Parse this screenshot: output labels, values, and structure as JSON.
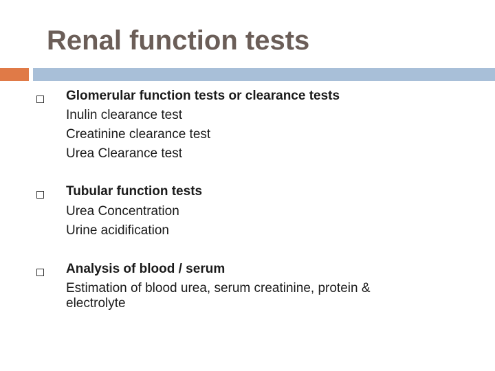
{
  "slide": {
    "title": "Renal function tests",
    "sections": [
      {
        "heading": "Glomerular function tests or clearance tests",
        "items": [
          "Inulin clearance test",
          "Creatinine clearance test",
          "Urea Clearance test"
        ]
      },
      {
        "heading": "Tubular function tests",
        "items": [
          "Urea Concentration",
          "Urine acidification"
        ]
      },
      {
        "heading": "Analysis of blood / serum",
        "items": [
          "Estimation of blood urea, serum creatinine, protein &",
          "electrolyte"
        ]
      }
    ]
  },
  "colors": {
    "title": "#6b5e58",
    "accent_orange": "#e07a47",
    "accent_blue": "#a8bfd8"
  }
}
